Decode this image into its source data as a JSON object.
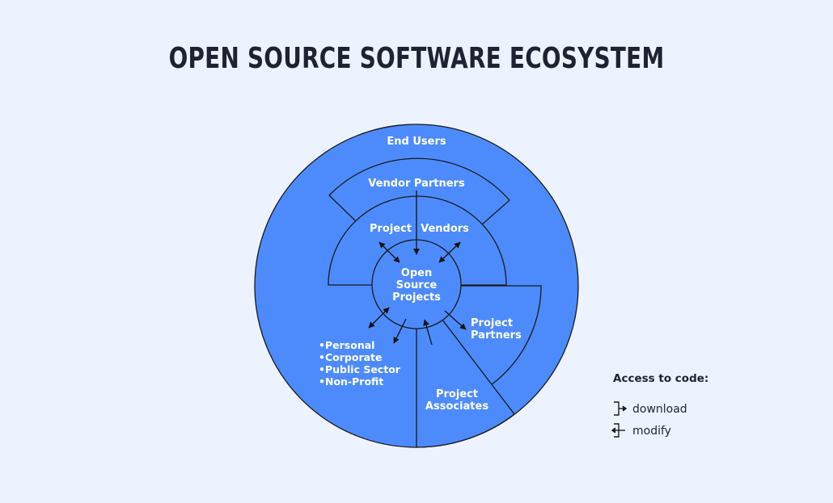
{
  "title": "OPEN SOURCE SOFTWARE ECOSYSTEM",
  "diagram": {
    "outer_ring": "End Users",
    "vendor_partners": "Vendor Partners",
    "project": "Project",
    "vendors": "Vendors",
    "center": [
      "Open",
      "Source",
      "Projects"
    ],
    "project_partners": [
      "Project",
      "Partners"
    ],
    "project_associates": [
      "Project",
      "Associates"
    ],
    "user_types": [
      "•Personal",
      "•Corporate",
      "•Public Sector",
      "•Non-Profit"
    ]
  },
  "legend": {
    "title": "Access to code:",
    "items": [
      {
        "label": "download",
        "icon": "download-icon"
      },
      {
        "label": "modify",
        "icon": "modify-icon"
      }
    ]
  },
  "colors": {
    "background": "#edf3fe",
    "fill": "#4d8bfd",
    "stroke": "#1a1a1a",
    "title": "#1f2233"
  }
}
